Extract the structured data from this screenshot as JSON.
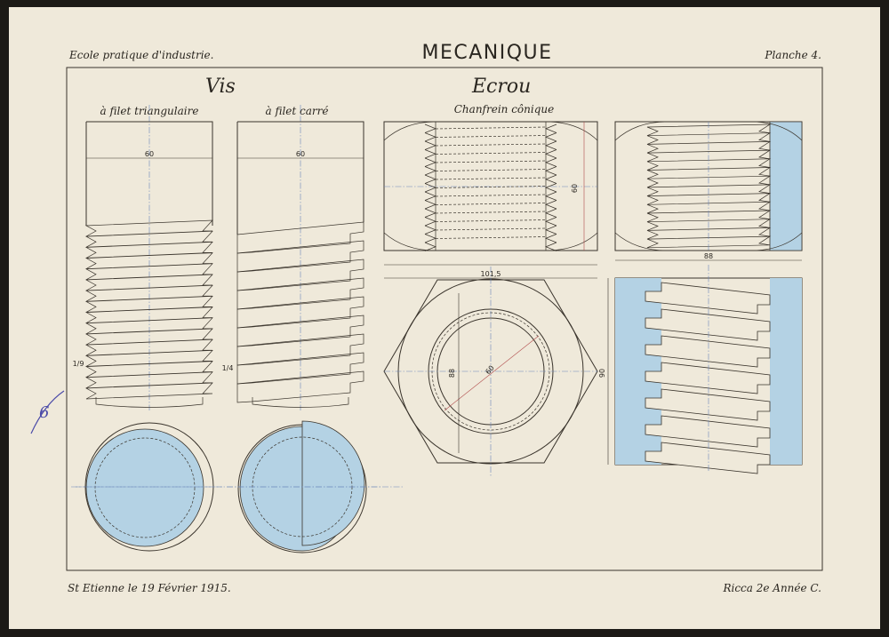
{
  "header": {
    "school": "Ecole pratique d'industrie.",
    "title": "MECANIQUE",
    "plate": "Planche 4."
  },
  "sections": {
    "vis": "Vis",
    "ecrou": "Ecrou",
    "filet_triangulaire": "à filet triangulaire",
    "filet_carre": "à filet carré",
    "chanfrein": "Chanfrein cônique"
  },
  "dimensions": {
    "vis_tri_diameter": "60",
    "vis_carre_diameter": "60",
    "ecrou_height": "60",
    "ecrou_across_corners": "101,5",
    "ecrou_width": "88",
    "ecrou_across_flats": "88",
    "ecrou_bore": "60",
    "ecrou_section_height": "90",
    "pitch_tri": "1/9",
    "pitch_carre": "1/4"
  },
  "margin_mark": "6",
  "footer": {
    "place_date": "St Etienne le 19 Février 1915.",
    "author": "Ricca 2e Année C."
  },
  "colors": {
    "paper": "#efe9da",
    "ink": "#3a342c",
    "wash_blue": "#b4d2e4",
    "axis_blue": "#6a86b8",
    "dimension_red": "#b04a4a",
    "pencil_violet": "#4a4aa8"
  }
}
